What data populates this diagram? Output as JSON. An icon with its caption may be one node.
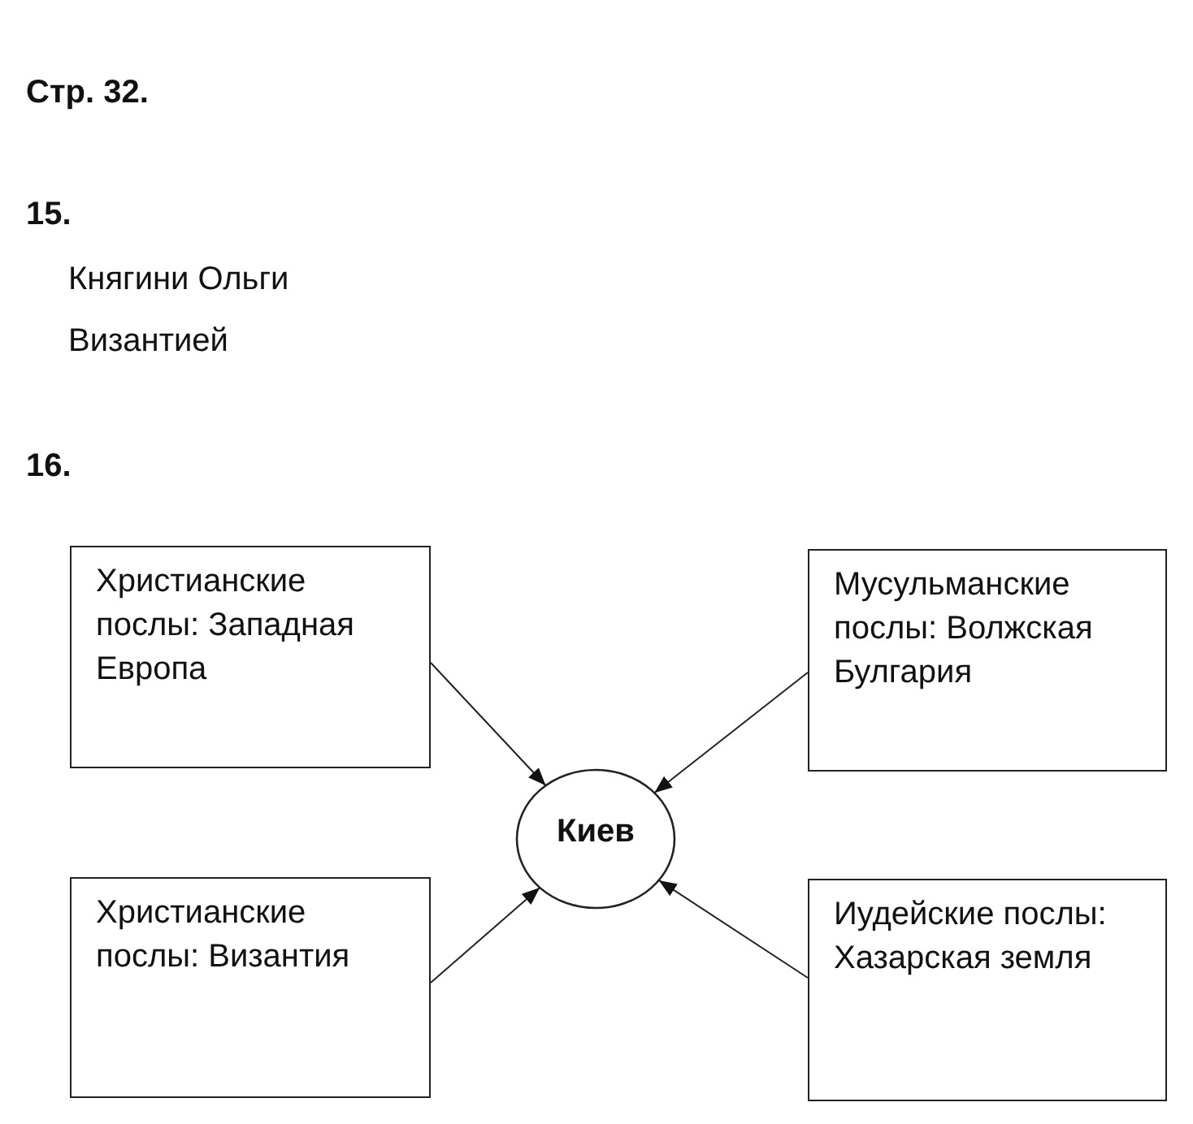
{
  "diagram": {
    "nodes": [
      {
        "text": [
          "Христианские послы: Западная Европа"
        ]
      },
      {
        "text": [
          "Мусульманские послы: Волжская Булгария"
        ]
      },
      {
        "text": [
          "Киев"
        ]
      },
      {
        "text": [
          "Христианские послы: Византия"
        ]
      },
      {
        "text": [
          "Иудейские послы: Хазарская земля"
        ]
      }
    ],
    "edges": [
      {
        "from": 0,
        "to": 2,
        "arrow": "to"
      },
      {
        "from": 1,
        "to": 2,
        "arrow": "to"
      },
      {
        "from": 3,
        "to": 2,
        "arrow": "to"
      },
      {
        "from": 4,
        "to": 2,
        "arrow": "to"
      }
    ],
    "labels": [
      "Стр. 32.",
      "15.",
      "Княгини Ольги",
      "Византией",
      "16."
    ]
  }
}
